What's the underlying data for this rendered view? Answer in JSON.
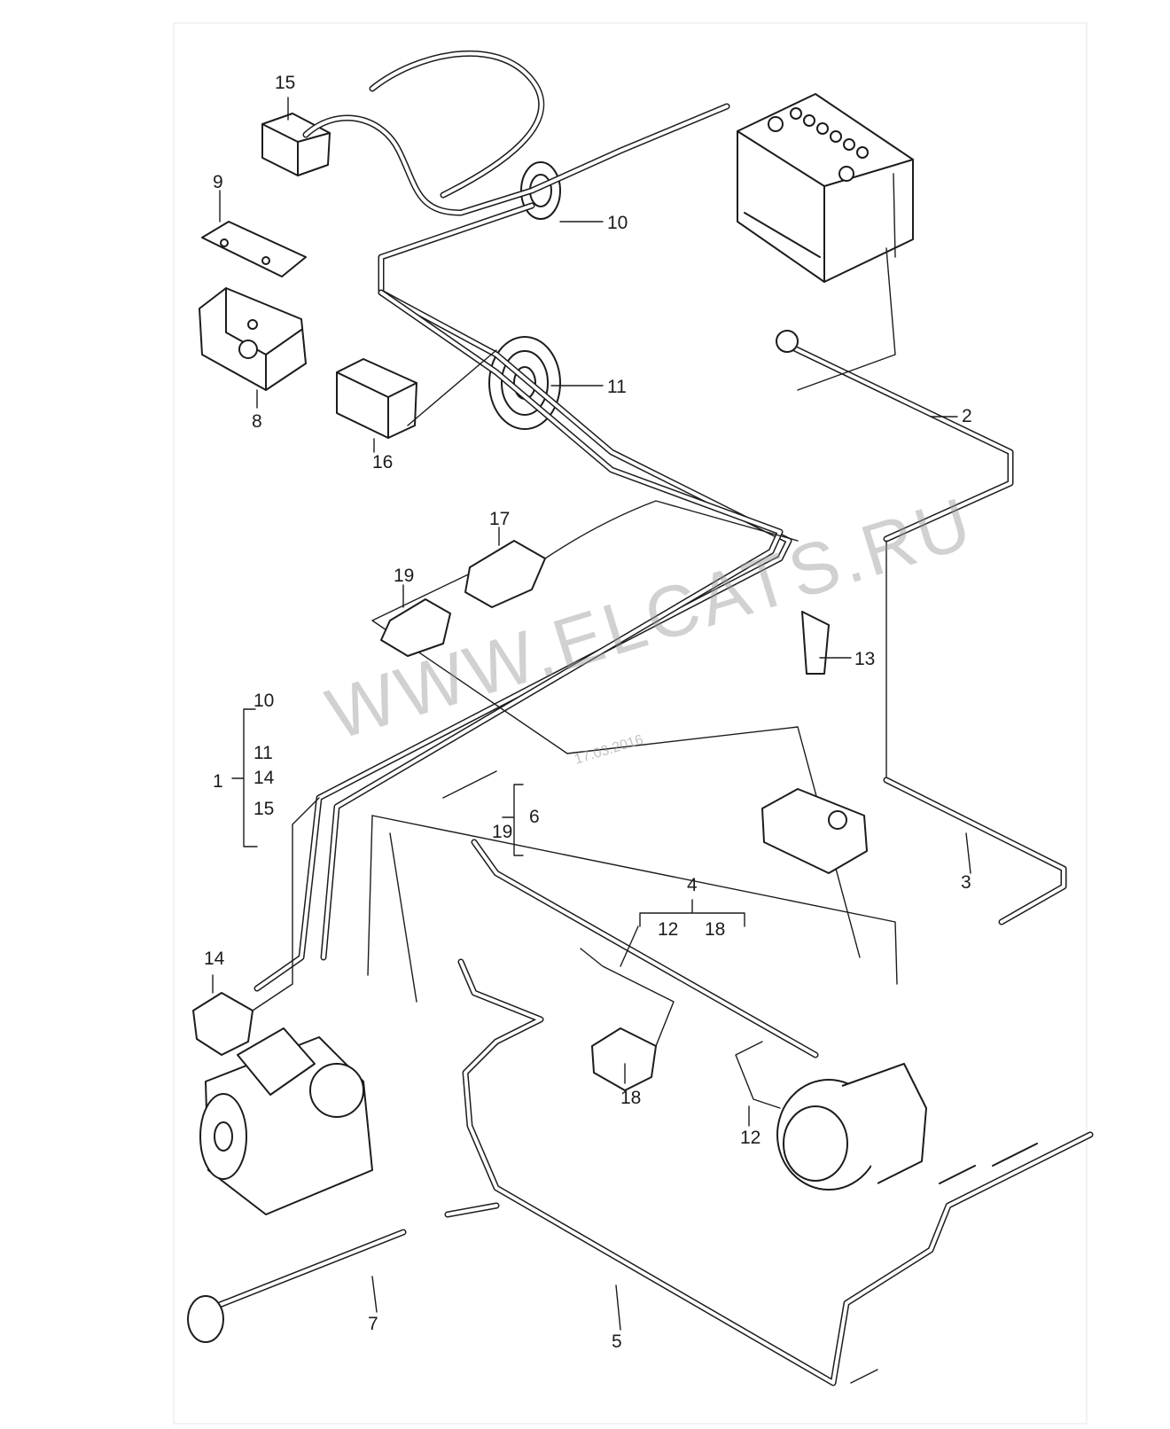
{
  "diagram": {
    "callouts": [
      "1",
      "2",
      "3",
      "4",
      "5",
      "6",
      "7",
      "8",
      "9",
      "10",
      "11",
      "12",
      "13",
      "14",
      "15",
      "16",
      "17",
      "18",
      "19"
    ],
    "group_1_members": [
      "10",
      "11",
      "14",
      "15"
    ],
    "group_4_members": [
      "12",
      "18"
    ],
    "group_6_members": [
      "19"
    ]
  },
  "watermark": {
    "text": "WWW.ELCATS.RU",
    "date": "17.03.2016"
  }
}
